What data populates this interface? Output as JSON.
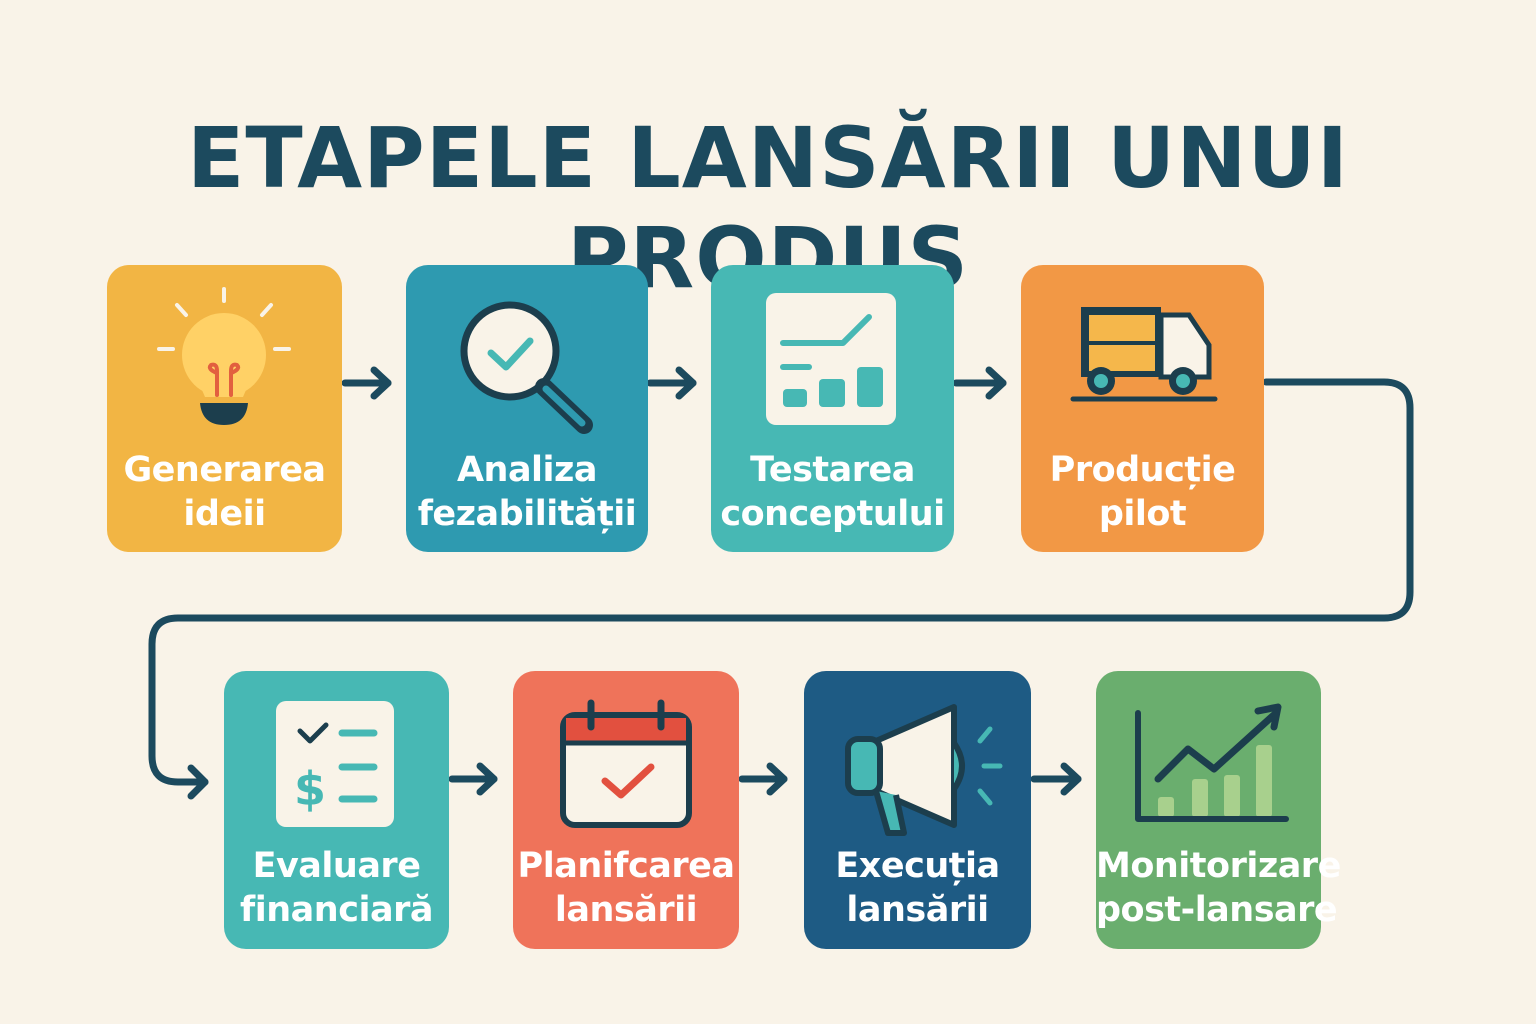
{
  "title": "ETAPELE LANSĂRII UNUI PRODUS",
  "steps": [
    {
      "line1": "Generarea",
      "line2": "ideii",
      "icon": "lightbulb-icon",
      "color": "#f2b544"
    },
    {
      "line1": "Analiza",
      "line2": "fezabilității",
      "icon": "magnifier-check-icon",
      "color": "#2e9ab0"
    },
    {
      "line1": "Testarea",
      "line2": "conceptului",
      "icon": "chart-test-icon",
      "color": "#47b8b4"
    },
    {
      "line1": "Producție",
      "line2": "pilot",
      "icon": "truck-icon",
      "color": "#f29845"
    },
    {
      "line1": "Evaluare",
      "line2": "financiară",
      "icon": "finance-checklist-icon",
      "color": "#47b8b4"
    },
    {
      "line1": "Planifcarea",
      "line2": "lansării",
      "icon": "calendar-check-icon",
      "color": "#ef735a"
    },
    {
      "line1": "Execuția",
      "line2": "lansării",
      "icon": "megaphone-icon",
      "color": "#1e5b84"
    },
    {
      "line1": "Monitorizare",
      "line2": "post-lansare",
      "icon": "growth-chart-icon",
      "color": "#6aae6e"
    }
  ],
  "colors": {
    "background": "#f9f3e8",
    "title": "#1c4a5e",
    "connector": "#1c4a5e"
  }
}
